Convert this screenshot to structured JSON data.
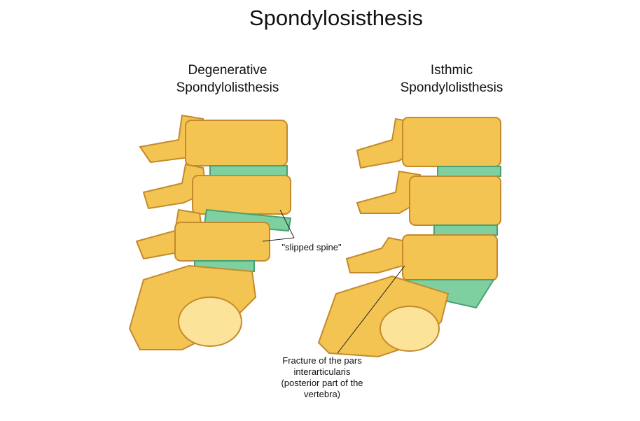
{
  "title": "Spondylosisthesis",
  "panels": [
    {
      "heading_line1": "Degenerative",
      "heading_line2": "Spondylolisthesis",
      "annotation": "\"slipped spine\""
    },
    {
      "heading_line1": "Isthmic",
      "heading_line2": "Spondylolisthesis",
      "annotation": "Fracture of the pars interarticularis (posterior part of the vertebra)"
    }
  ],
  "colors": {
    "bone": "#f3c451",
    "bone_edge": "#c48a2c",
    "disc": "#7fd0a0"
  }
}
